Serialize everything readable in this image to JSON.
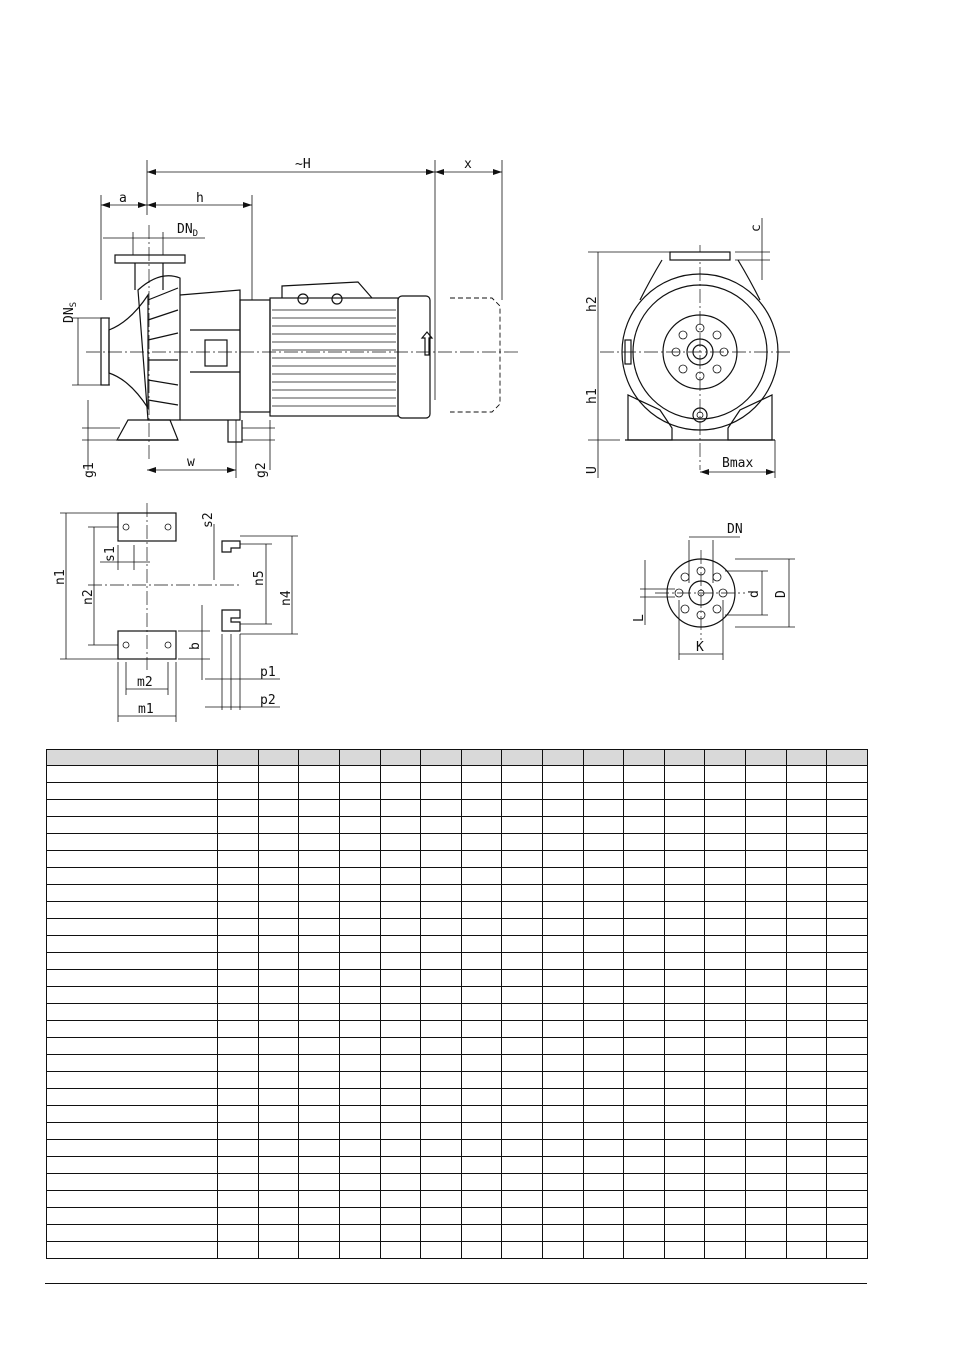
{
  "drawing": {
    "pump_side_view": {
      "labels": {
        "H": "~H",
        "x": "x",
        "a": "a",
        "h": "h",
        "DNd": "DN",
        "DNd_sub": "D",
        "DNs": "DN",
        "DNs_sub": "S",
        "g1": "g1",
        "w": "w",
        "g2": "g2"
      }
    },
    "pump_front_view": {
      "labels": {
        "c": "c",
        "h2": "h2",
        "h1": "h1",
        "U": "U",
        "Bmax": "Bmax"
      }
    },
    "foot_plan_view": {
      "labels": {
        "s2": "s2",
        "s1": "s1",
        "n1": "n1",
        "n2": "n2",
        "n5": "n5",
        "n4": "n4",
        "b": "b",
        "p1": "p1",
        "p2": "p2",
        "m2": "m2",
        "m1": "m1"
      }
    },
    "flange_view": {
      "labels": {
        "DN": "DN",
        "L": "L",
        "d": "d",
        "D": "D",
        "K": "K"
      }
    }
  },
  "table": {
    "columns": 17,
    "header": [
      "",
      "",
      "",
      "",
      "",
      "",
      "",
      "",
      "",
      "",
      "",
      "",
      "",
      "",
      "",
      "",
      ""
    ],
    "row_count": 29
  }
}
